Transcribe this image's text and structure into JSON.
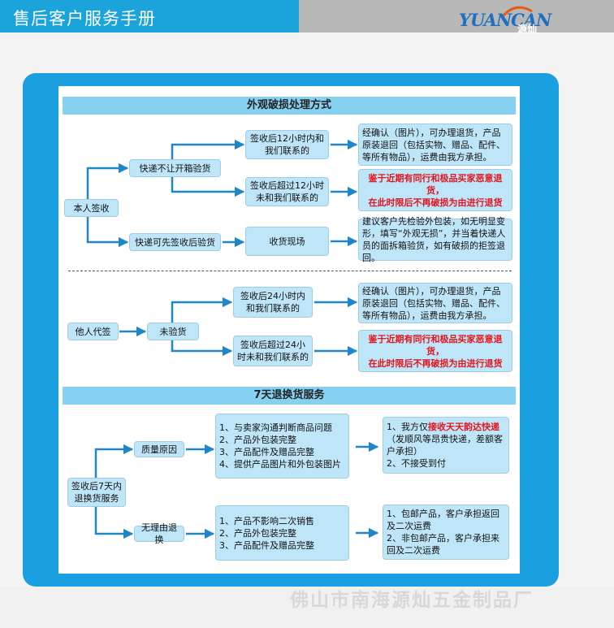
{
  "header": {
    "title": "售后客户服务手册",
    "logo_text": "YUANCAN",
    "logo_cn": "源灿"
  },
  "section1": {
    "title": "外观破损处理方式",
    "self_sign": "本人签收",
    "no_open": "快递不让开箱验货",
    "within12": "签收后12小时内和我们联系的",
    "within12_result": "经确认（图片），可办理退货，产品原装退回（包括实物、赠品、配件、等所有物品），运费由我方承担。",
    "over12": "签收后超过12小时未和我们联系的",
    "warn1": "鉴于近期有同行和极品买家恶意退货，",
    "warn2": "在此时限后不再破损为由进行退货",
    "can_open": "快递可先签收后验货",
    "on_site": "收货现场",
    "on_site_result": "建议客户先检验外包装，如无明显变形，填写“外观无损”，并当着快递人员的面拆箱验货，如有破损的拒签退回。"
  },
  "section2": {
    "other_sign": "他人代签",
    "no_check": "未验货",
    "within24": "签收后24小时内和我们联系的",
    "within24_result": "经确认（图片），可办理退货，产品原装退回（包括实物、赠品、配件、等所有物品），运费由我方承担。",
    "over24": "签收后超过24小时未和我们联系的",
    "warn1": "鉴于近期有同行和极品买家恶意退货，",
    "warn2": "在此时限后不再破损为由进行退货"
  },
  "section3": {
    "title": "7天退换货服务",
    "start": "签收后7天内退换货服务",
    "quality": "质量原因",
    "quality_items": [
      "1、与卖家沟通判断商品问题",
      "2、产品外包装完整",
      "3、产品配件及赠品完整",
      "4、提供产品图片和外包装图片"
    ],
    "quality_r1_pre": "1、我方仅",
    "quality_r1_red": "接收天天韵达快递",
    "quality_r1_post": "（发顺风等昂贵快递，差额客户承担）",
    "quality_r2": "2、不接受到付",
    "no_reason": "无理由退换",
    "no_reason_items": [
      "1、产品不影响二次销售",
      "2、产品外包装完整",
      "3、产品配件及赠品完整"
    ],
    "no_reason_r1": "1、包邮产品，客户承担返回及二次运费",
    "no_reason_r2": "2、非包邮产品，客户承担来回及二次运费"
  },
  "footer": {
    "company": "佛山市南海源灿五金制品厂"
  },
  "colors": {
    "header_blue": "#1ba3dc",
    "frame_blue": "#1aa0e0",
    "box_fill": "#bfe6f8",
    "warn_red": "#e4141c",
    "title_fill": "#86d1f1"
  }
}
